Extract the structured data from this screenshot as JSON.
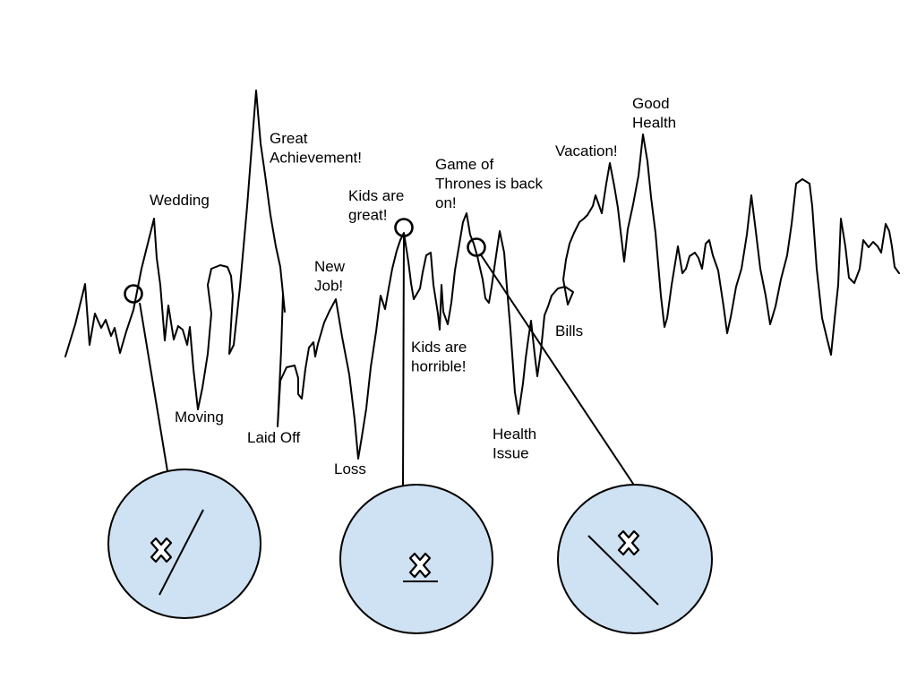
{
  "events": [
    {
      "id": "wedding",
      "lines": [
        "Wedding"
      ]
    },
    {
      "id": "moving",
      "lines": [
        "Moving"
      ]
    },
    {
      "id": "great-achievement",
      "lines": [
        "Great",
        "Achievement!"
      ]
    },
    {
      "id": "laid-off",
      "lines": [
        "Laid Off"
      ]
    },
    {
      "id": "new-job",
      "lines": [
        "New",
        "Job!"
      ]
    },
    {
      "id": "loss",
      "lines": [
        "Loss"
      ]
    },
    {
      "id": "kids-great",
      "lines": [
        "Kids are",
        "great!"
      ]
    },
    {
      "id": "kids-horrible",
      "lines": [
        "Kids are",
        "horrible!"
      ]
    },
    {
      "id": "game-of-thrones",
      "lines": [
        "Game of",
        "Thrones is back",
        "on!"
      ]
    },
    {
      "id": "health-issue",
      "lines": [
        "Health",
        "Issue"
      ]
    },
    {
      "id": "bills",
      "lines": [
        "Bills"
      ]
    },
    {
      "id": "vacation",
      "lines": [
        "Vacation!"
      ]
    },
    {
      "id": "good-health",
      "lines": [
        "Good",
        "Health"
      ]
    }
  ],
  "zooms": [
    {
      "id": "rising",
      "slope": "rising"
    },
    {
      "id": "flat",
      "slope": "flat"
    },
    {
      "id": "falling",
      "slope": "falling"
    }
  ],
  "colors": {
    "zoom_fill": "#cfe2f3",
    "stroke": "#000000"
  }
}
